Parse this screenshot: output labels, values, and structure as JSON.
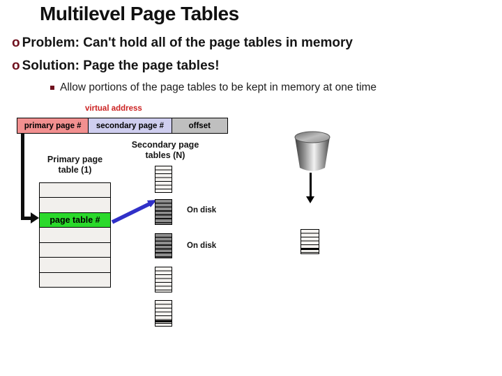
{
  "slide": {
    "title": "Multilevel Page Tables",
    "bullets": [
      {
        "marker": "o",
        "text": "Problem: Can't hold all of the page tables in memory"
      },
      {
        "marker": "o",
        "text": "Solution: Page the page tables!"
      }
    ],
    "sub_bullet": {
      "marker": "square-bullet",
      "text": "Allow portions of the page tables to be kept in memory at one time"
    }
  },
  "diagram": {
    "virtual_address_label": "virtual address",
    "virtual_address_fields": [
      {
        "label": "primary page #",
        "color": "#F29090"
      },
      {
        "label": "secondary page #",
        "color": "#CFCEEF"
      },
      {
        "label": "offset",
        "color": "#BFBFBF"
      }
    ],
    "primary_table": {
      "label": [
        "Primary page",
        "table (1)"
      ],
      "row_count": 7,
      "highlighted_row": {
        "index": 2,
        "label": "page table #",
        "color": "#2BD92B"
      }
    },
    "secondary_tables": {
      "label": [
        "Secondary page",
        "tables (N)"
      ],
      "boxes": [
        {
          "style": "in-memory"
        },
        {
          "style": "on-disk"
        },
        {
          "style": "on-disk"
        },
        {
          "style": "in-memory"
        },
        {
          "style": "in-memory-marked"
        }
      ]
    },
    "on_disk_labels": [
      "On disk",
      "On disk"
    ],
    "icons": {
      "disk": "disk-cylinder-icon",
      "pointer": "blue-arrow-icon",
      "index_arrow": "black-elbow-arrow-icon",
      "disk_transfer": "down-arrow-icon"
    },
    "colors": {
      "bullet_marker": "#70121F",
      "virtual_address_text": "#CC2222",
      "highlight_green": "#2BD92B",
      "arrow_blue": "#3030C8",
      "arrow_black": "#0D0D0D"
    }
  }
}
